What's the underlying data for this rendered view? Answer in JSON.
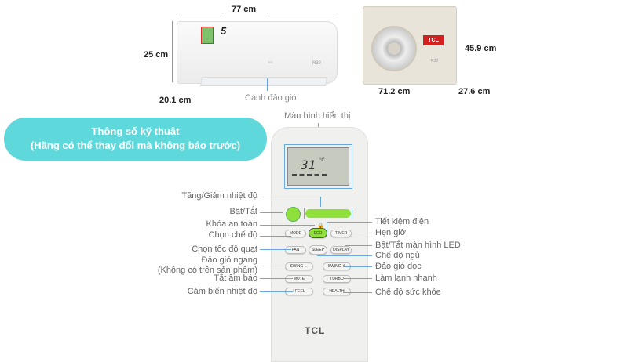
{
  "dimensions": {
    "indoor_width": "77 cm",
    "indoor_height": "25 cm",
    "indoor_depth": "20.1 cm",
    "outdoor_height": "45.9 cm",
    "outdoor_width": "71.2 cm",
    "outdoor_depth": "27.6 cm"
  },
  "indoor_label": "Cánh đảo gió",
  "indoor_badge": "5",
  "indoor_model_text": "R32",
  "brand": "TCL",
  "spec_banner": {
    "title": "Thông số kỹ thuật",
    "subtitle": "(Hãng có thể thay đổi mà không báo trước)",
    "color": "#5fd8dc"
  },
  "remote": {
    "screen_label": "Màn hình hiển thị",
    "display_temp": "31",
    "display_unit": "°C",
    "buttons": {
      "mode": "MODE",
      "eco": "ECO",
      "timer": "TIMER",
      "fan": "FAN",
      "sleep": "SLEEP",
      "display": "DISPLAY",
      "swing_h": "SWING ⇔",
      "swing_v": "SWING ⇕",
      "mute": "MUTE",
      "turbo": "TURBO",
      "ifeel": "I FEEL",
      "health": "HEALTH"
    },
    "logo": "TCL",
    "accent": "#8fe03a"
  },
  "left_labels": [
    "Tăng/Giảm nhiệt độ",
    "Bật/Tắt",
    "Khóa an toàn",
    "Chọn chế độ",
    "Chọn tốc độ quạt",
    "Đảo gió ngang",
    "(Không có trên sản phẩm)",
    "Tắt âm báo",
    "Cảm biến nhiệt độ"
  ],
  "right_labels": [
    "Tiết kiệm điện",
    "Hẹn giờ",
    "Bật/Tắt màn hình LED",
    "Chế độ ngủ",
    "Đảo gió dọc",
    "Làm lạnh nhanh",
    "Chế độ sức khỏe"
  ]
}
